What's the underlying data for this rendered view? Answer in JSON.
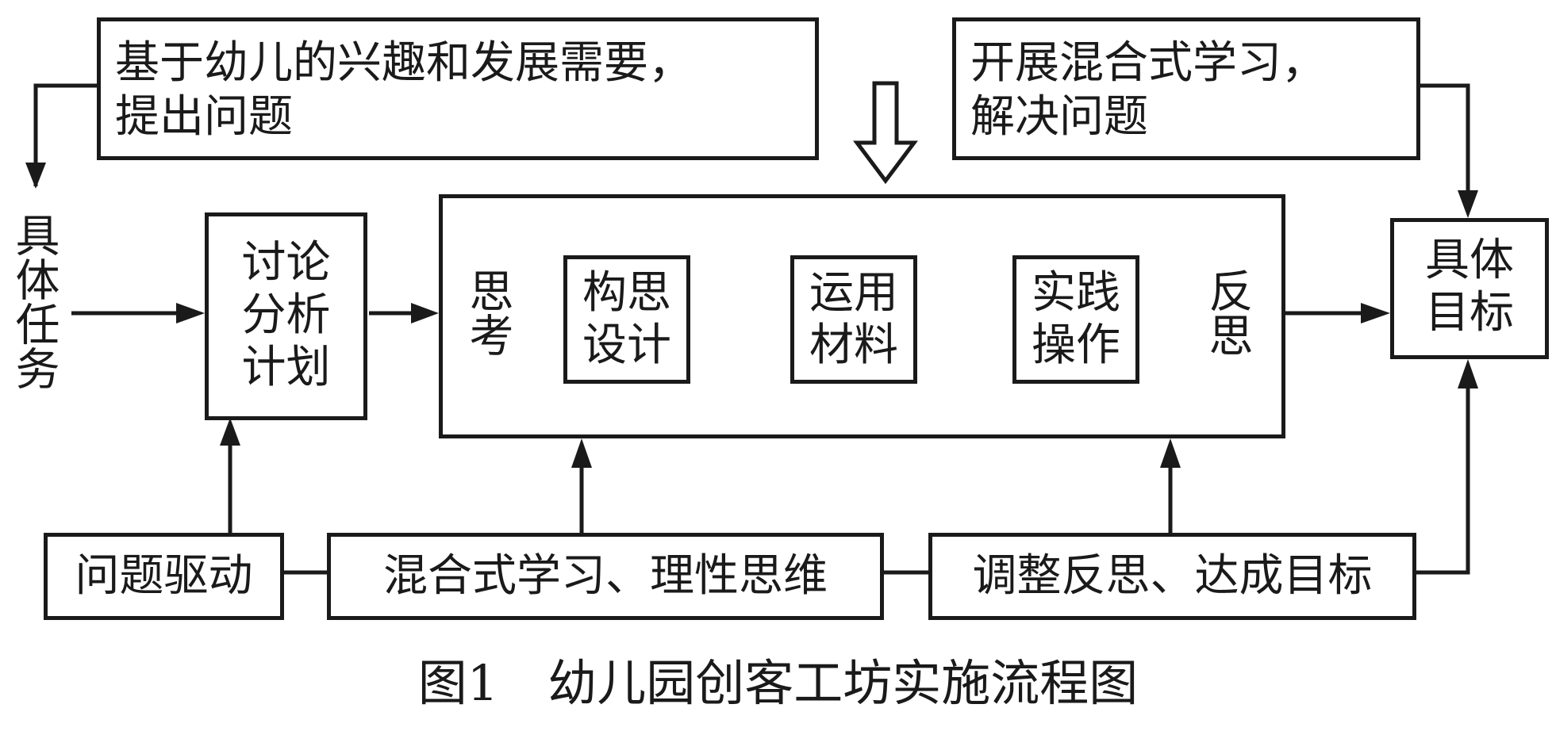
{
  "top_left_note": {
    "line1": "基于幼儿的兴趣和发展需要，",
    "line2": "提出问题"
  },
  "top_right_note": {
    "line1": "开展混合式学习，",
    "line2": "解决问题"
  },
  "left_task_label": "具体任务",
  "discuss_box": "讨论\n分析\n计划",
  "main_box": {
    "left_label": "思考",
    "right_label": "反思",
    "steps": [
      {
        "label": "构思\n设计"
      },
      {
        "label": "运用\n材料"
      },
      {
        "label": "实践\n操作"
      }
    ]
  },
  "goal_box": "具体\n目标",
  "bottom_row": {
    "problem": "问题驱动",
    "learning": "混合式学习、理性思维",
    "reflect": "调整反思、达成目标"
  },
  "caption": "图1　幼儿园创客工坊实施流程图"
}
